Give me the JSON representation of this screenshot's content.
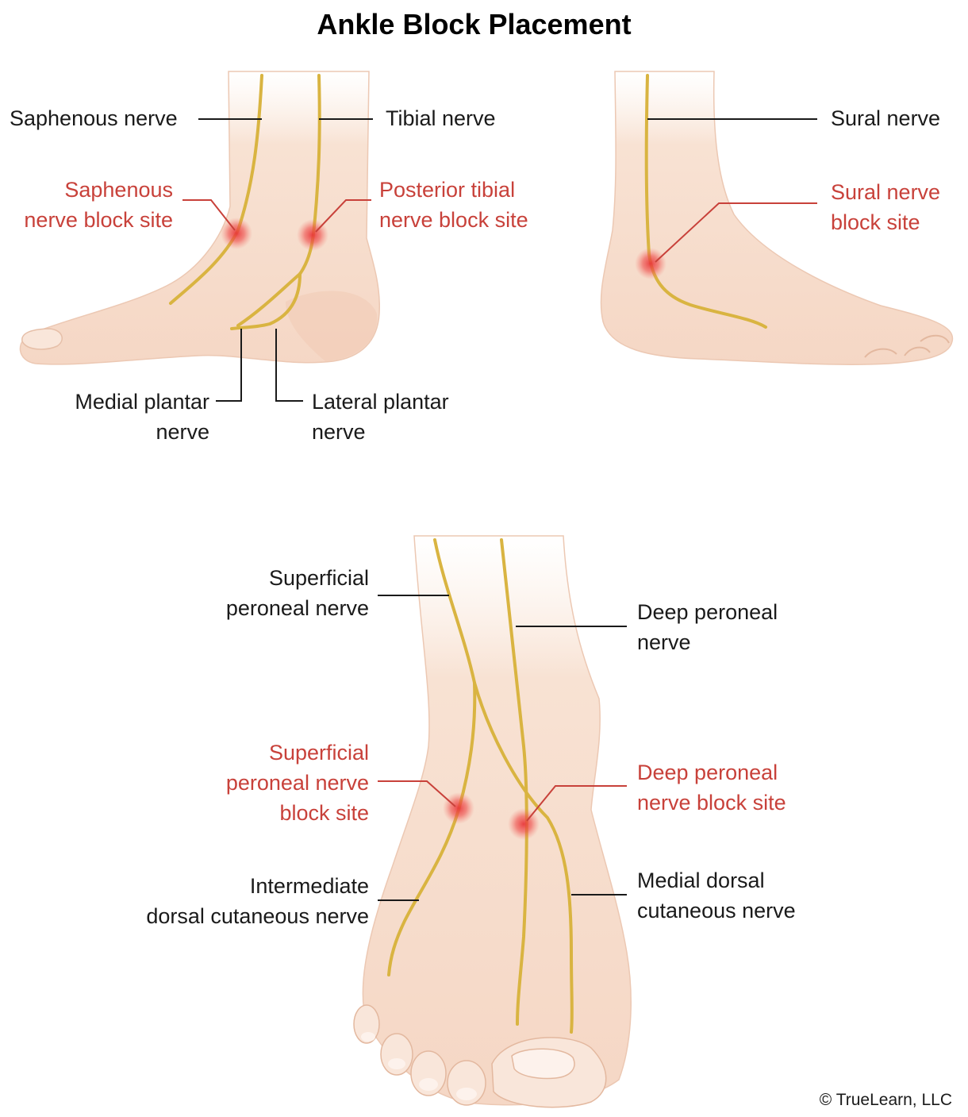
{
  "title": "Ankle Block Placement",
  "colors": {
    "nerve": "#d9b441",
    "block_site": "#e8383a",
    "site_label": "#c8413a",
    "skin": "#f6dccb"
  },
  "medial_view": {
    "saphenous_nerve": "Saphenous nerve",
    "tibial_nerve": "Tibial nerve",
    "saphenous_block": [
      "Saphenous",
      "nerve block site"
    ],
    "posterior_tibial_block": [
      "Posterior tibial",
      "nerve block site"
    ],
    "medial_plantar": [
      "Medial plantar",
      "nerve"
    ],
    "lateral_plantar": [
      "Lateral plantar",
      "nerve"
    ]
  },
  "lateral_view": {
    "sural_nerve": "Sural nerve",
    "sural_block": [
      "Sural nerve",
      "block site"
    ]
  },
  "anterior_view": {
    "superficial_peroneal": [
      "Superficial",
      "peroneal nerve"
    ],
    "deep_peroneal": [
      "Deep peroneal",
      "nerve"
    ],
    "superficial_peroneal_block": [
      "Superficial",
      "peroneal nerve",
      "block site"
    ],
    "deep_peroneal_block": [
      "Deep peroneal",
      "nerve block site"
    ],
    "intermediate_dorsal": [
      "Intermediate",
      "dorsal cutaneous nerve"
    ],
    "medial_dorsal": [
      "Medial dorsal",
      "cutaneous nerve"
    ]
  },
  "copyright": "© TrueLearn, LLC"
}
